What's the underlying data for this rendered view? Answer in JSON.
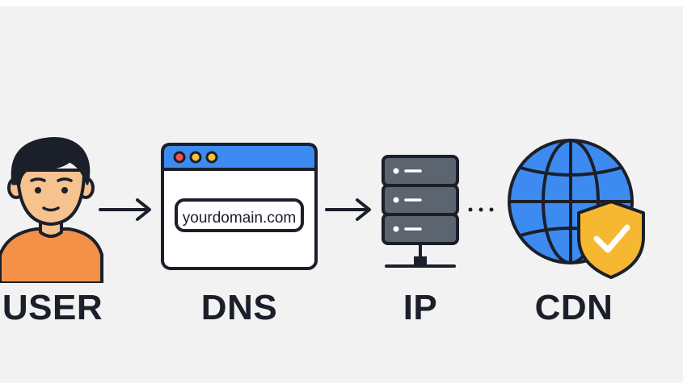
{
  "diagram": {
    "nodes": [
      {
        "id": "user",
        "label": "USER",
        "icon": "user-avatar-icon"
      },
      {
        "id": "dns",
        "label": "DNS",
        "icon": "browser-window-icon",
        "url": "yourdomain.com"
      },
      {
        "id": "ip",
        "label": "IP",
        "icon": "server-rack-icon"
      },
      {
        "id": "cdn",
        "label": "CDN",
        "icon": "globe-shield-icon"
      }
    ],
    "connectors": [
      {
        "from": "user",
        "to": "dns",
        "style": "arrow"
      },
      {
        "from": "dns",
        "to": "ip",
        "style": "arrow"
      },
      {
        "from": "ip",
        "to": "cdn",
        "style": "dotted"
      }
    ],
    "colors": {
      "background": "#f2f2f2",
      "outline": "#1b1f2a",
      "skin": "#f6c28e",
      "shirt": "#f39149",
      "hair": "#1b1f2a",
      "browser_bar": "#3d8bf0",
      "dot_red": "#f0544f",
      "dot_yellow": "#f6c23e",
      "server_body": "#5c6470",
      "globe_blue": "#3d8bf0",
      "shield_yellow": "#f6b731"
    }
  }
}
